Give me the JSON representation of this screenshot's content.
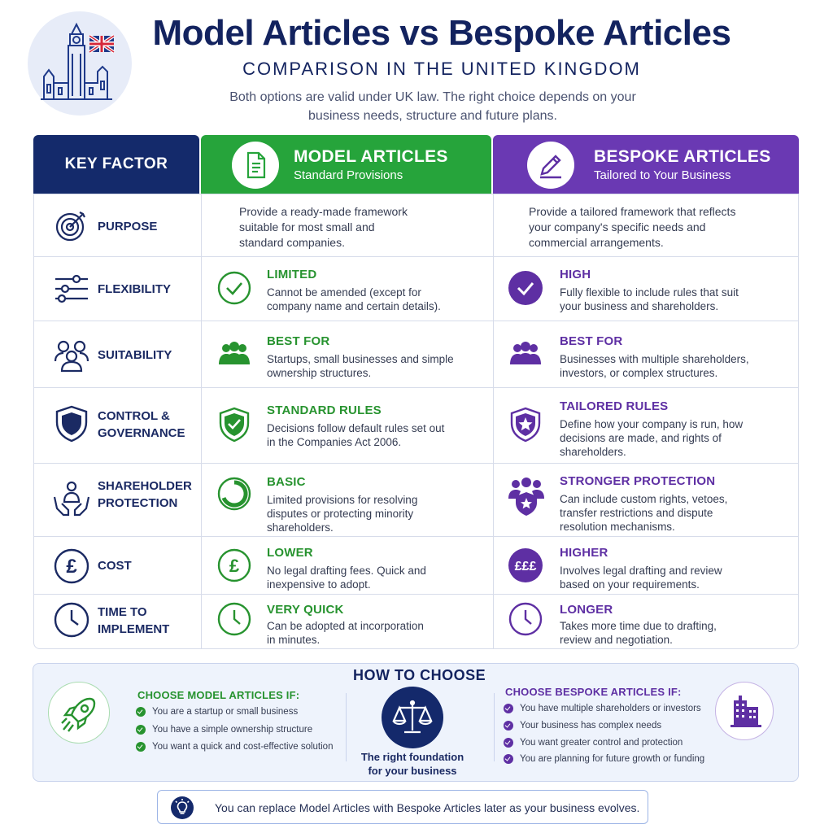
{
  "header": {
    "title": "Model Articles vs Bespoke Articles",
    "subtitle": "COMPARISON IN THE UNITED KINGDOM",
    "intro_line1": "Both options are valid under UK law. The right choice depends on your",
    "intro_line2": "business needs, structure and future plans."
  },
  "columns": {
    "key": "KEY FACTOR",
    "model_title": "MODEL ARTICLES",
    "model_sub": "Standard Provisions",
    "bespoke_title": "BESPOKE ARTICLES",
    "bespoke_sub": "Tailored to Your Business"
  },
  "rows": {
    "purpose": {
      "label": "PURPOSE",
      "model_l1": "Provide a ready-made framework",
      "model_l2": "suitable for most small and",
      "model_l3": "standard companies.",
      "bespoke_l1": "Provide a tailored framework that reflects",
      "bespoke_l2": "your company's specific needs and",
      "bespoke_l3": "commercial arrangements."
    },
    "flexibility": {
      "label": "FLEXIBILITY",
      "model_head": "LIMITED",
      "model_l1": "Cannot be amended (except for",
      "model_l2": "company name and certain details).",
      "bespoke_head": "HIGH",
      "bespoke_l1": "Fully flexible to include rules that suit",
      "bespoke_l2": "your business and shareholders."
    },
    "suitability": {
      "label": "SUITABILITY",
      "model_head": "BEST FOR",
      "model_l1": "Startups, small businesses and simple",
      "model_l2": "ownership structures.",
      "bespoke_head": "BEST FOR",
      "bespoke_l1": "Businesses with multiple shareholders,",
      "bespoke_l2": "investors, or complex structures."
    },
    "control": {
      "label_l1": "CONTROL &",
      "label_l2": "GOVERNANCE",
      "model_head": "STANDARD RULES",
      "model_l1": "Decisions follow default rules set out",
      "model_l2": "in the Companies Act 2006.",
      "bespoke_head": "TAILORED RULES",
      "bespoke_l1": "Define how your company is run, how",
      "bespoke_l2": "decisions are made, and rights of",
      "bespoke_l3": "shareholders."
    },
    "protection": {
      "label_l1": "SHAREHOLDER",
      "label_l2": "PROTECTION",
      "model_head": "BASIC",
      "model_l1": "Limited provisions for resolving",
      "model_l2": "disputes or protecting minority",
      "model_l3": "shareholders.",
      "bespoke_head": "STRONGER PROTECTION",
      "bespoke_l1": "Can include custom rights, vetoes,",
      "bespoke_l2": "transfer restrictions and dispute",
      "bespoke_l3": "resolution mechanisms."
    },
    "cost": {
      "label": "COST",
      "model_head": "LOWER",
      "model_l1": "No legal drafting fees. Quick and",
      "model_l2": "inexpensive to adopt.",
      "bespoke_head": "HIGHER",
      "bespoke_l1": "Involves legal drafting and review",
      "bespoke_l2": "based on your requirements.",
      "model_symbol": "£",
      "bespoke_symbol": "£££",
      "key_symbol": "£"
    },
    "time": {
      "label_l1": "TIME TO",
      "label_l2": "IMPLEMENT",
      "model_head": "VERY QUICK",
      "model_l1": "Can be adopted at incorporation",
      "model_l2": "in minutes.",
      "bespoke_head": "LONGER",
      "bespoke_l1": "Takes more time due to drafting,",
      "bespoke_l2": "review and negotiation."
    }
  },
  "choose": {
    "title": "HOW TO CHOOSE",
    "model_head": "CHOOSE MODEL ARTICLES IF:",
    "model_items": [
      "You are a startup or small business",
      "You have a simple ownership structure",
      "You want a quick and cost-effective solution"
    ],
    "center_l1": "The right foundation",
    "center_l2": "for your business",
    "bespoke_head": "CHOOSE BESPOKE ARTICLES IF:",
    "bespoke_items": [
      "You have multiple shareholders or investors",
      "Your business has complex needs",
      "You want greater control and protection",
      "You are planning for future growth or funding"
    ]
  },
  "note": "You can replace Model Articles with Bespoke Articles later as your business evolves.",
  "colors": {
    "navy": "#142a6b",
    "green": "#26a43b",
    "purple": "#6a39b3"
  }
}
